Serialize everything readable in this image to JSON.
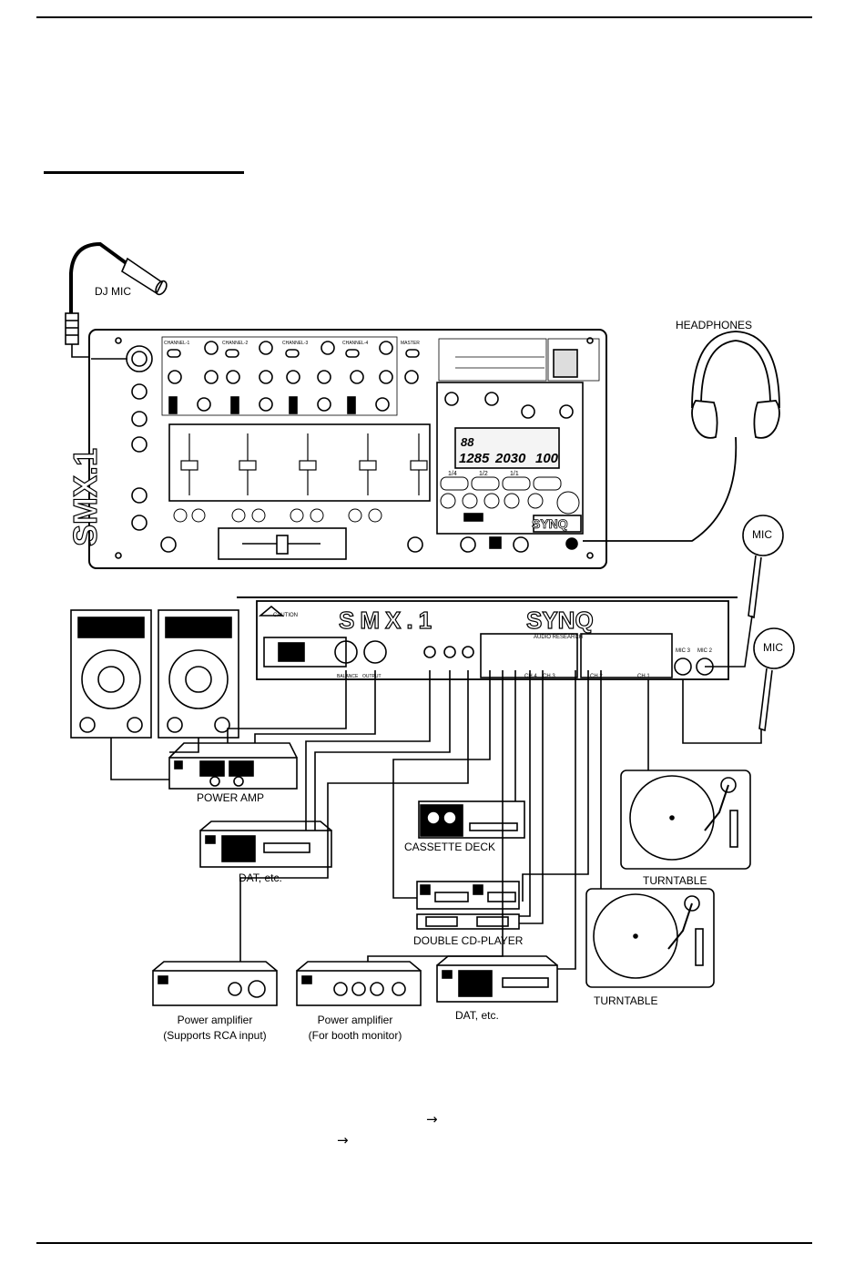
{
  "labels": {
    "dj_mic": "DJ MIC",
    "headphones": "HEADPHONES",
    "mic_a": "MIC",
    "mic_b": "MIC",
    "power_amp": "POWER AMP",
    "cassette_deck": "CASSETTE DECK",
    "dat_top": "DAT, etc.",
    "dat_bottom": "DAT, etc.",
    "double_cd": "DOUBLE CD-PLAYER",
    "turntable_top": "TURNTABLE",
    "turntable_bottom": "TURNTABLE",
    "amp_rca_line1": "Power amplifier",
    "amp_rca_line2": "(Supports RCA input)",
    "amp_booth_line1": "Power amplifier",
    "amp_booth_line2": "(For booth monitor)"
  },
  "mixer": {
    "brand": "SYNQ",
    "brand_sub": "AUDIO RESEARCH",
    "model": "SMX.1",
    "channel_labels": [
      "CHANNEL-1",
      "CHANNEL-2",
      "CHANNEL-3",
      "CHANNEL-4",
      "MASTER"
    ],
    "display_top": "88",
    "display_bottom": [
      "1285",
      "2030",
      "100"
    ],
    "beat_buttons": [
      "1/4",
      "1/2",
      "1/1"
    ]
  },
  "rear_panel": {
    "caution": "CAUTION",
    "mic_jacks": [
      "MIC 3",
      "MIC 2"
    ],
    "output_label": "OUTPUT",
    "balance_label": "BALANCE",
    "channel_jacks": [
      "CH 4",
      "CH 3",
      "CH 2",
      "CH 1"
    ]
  },
  "arrows": [
    "→",
    "→"
  ]
}
